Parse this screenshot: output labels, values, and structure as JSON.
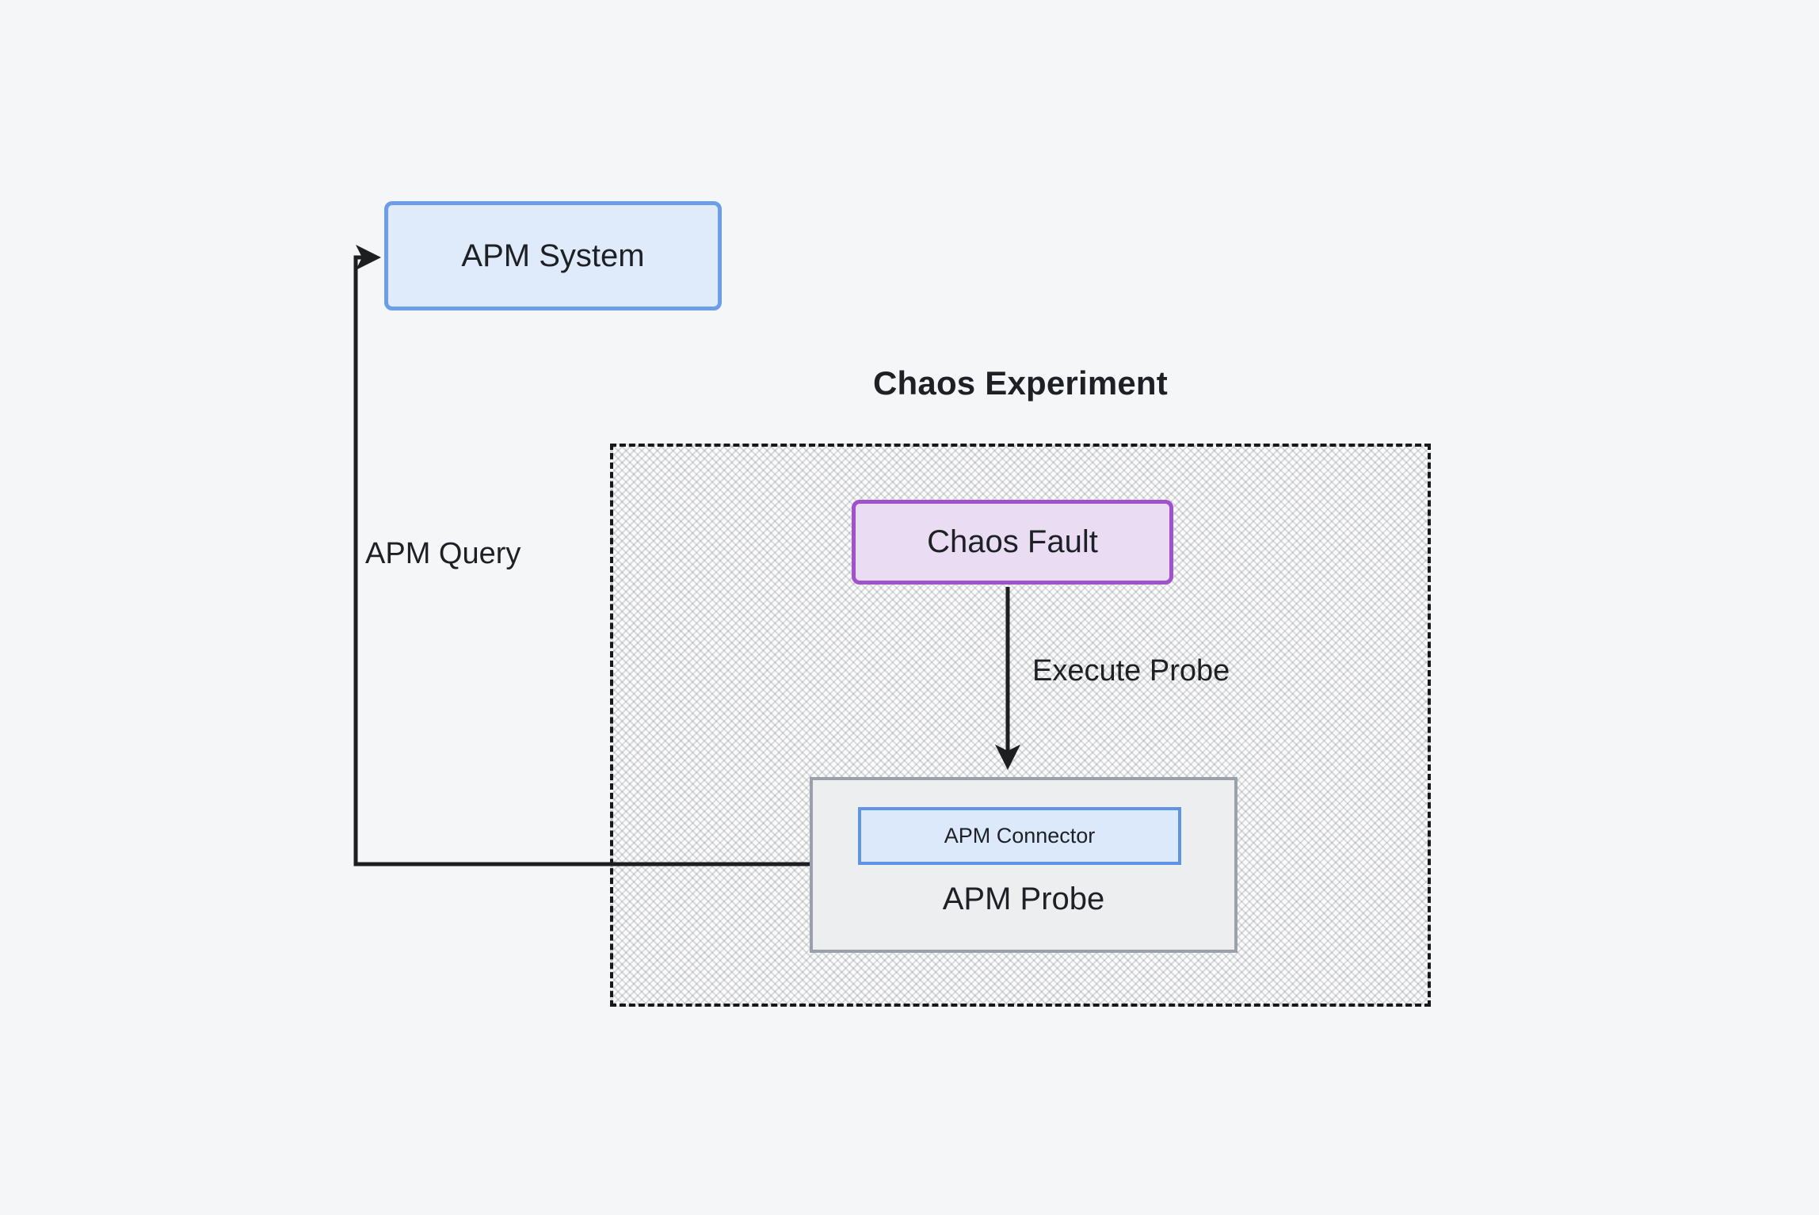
{
  "diagram": {
    "group": {
      "title": "Chaos Experiment"
    },
    "nodes": {
      "apm_system": {
        "label": "APM System"
      },
      "chaos_fault": {
        "label": "Chaos Fault"
      },
      "apm_probe": {
        "label": "APM Probe"
      },
      "apm_connector": {
        "label": "APM Connector"
      }
    },
    "edges": {
      "execute_probe": {
        "label": "Execute Probe",
        "from": "chaos_fault",
        "to": "apm_probe"
      },
      "apm_query": {
        "label": "APM Query",
        "from": "apm_probe",
        "to": "apm_system"
      }
    },
    "colors": {
      "page_bg": "#f5f6f8",
      "text": "#1d2126",
      "line": "#1c1e20",
      "apm_system_fill": "#dfeafa",
      "apm_system_border": "#6c9de8",
      "chaos_fault_fill": "#e9dcf3",
      "chaos_fault_border": "#a052cc",
      "apm_probe_fill": "#eceef0",
      "apm_probe_border": "#9aa1ab",
      "apm_connector_fill": "#dce9fb",
      "apm_connector_border": "#5d94e6",
      "group_hatch_bg": "#fbfbfc",
      "group_dash_border": "#17181a"
    }
  }
}
